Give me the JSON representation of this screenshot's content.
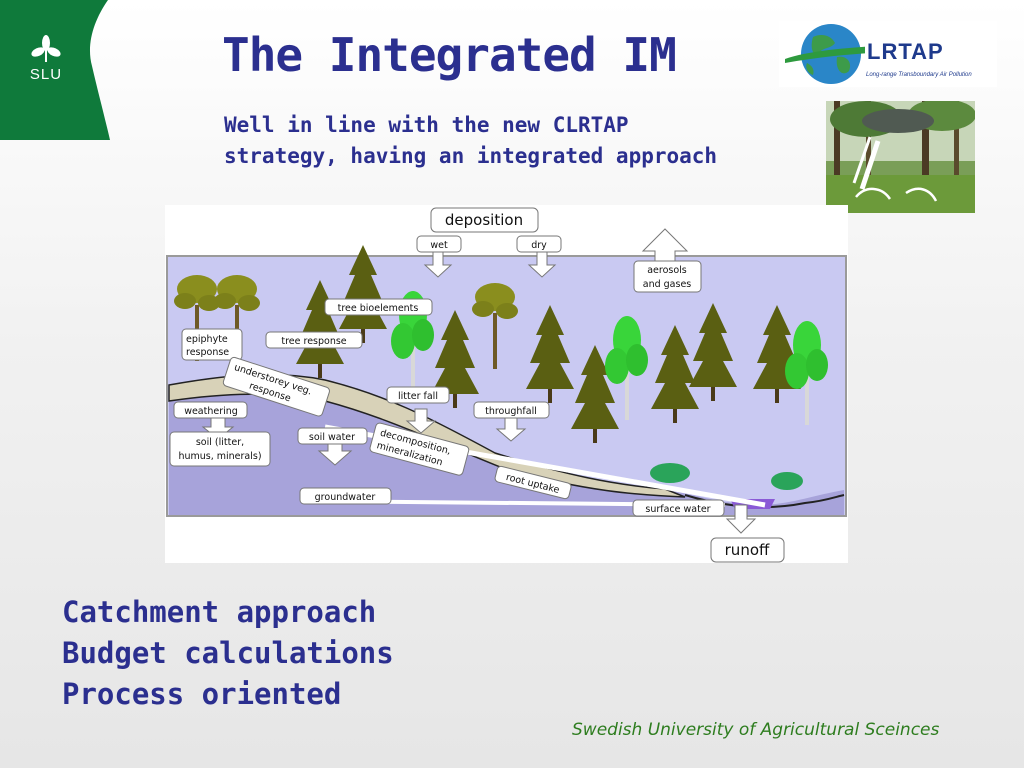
{
  "logo": {
    "text": "SLU",
    "color": "#0f7a3b"
  },
  "title": "The Integrated IM",
  "subtitle_lines": [
    "Well in line with the new CLRTAP",
    "strategy, having an integrated approach"
  ],
  "lrtap_logo": {
    "word": "LRTAP",
    "tagline": "Long-range Transboundary Air Pollution"
  },
  "diagram": {
    "labels": {
      "deposition": "deposition",
      "wet": "wet",
      "dry": "dry",
      "aerosols_1": "aerosols",
      "aerosols_2": "and gases",
      "tree_bioelements": "tree bioelements",
      "epiphyte_1": "epiphyte",
      "epiphyte_2": "response",
      "tree_response": "tree response",
      "understorey_1": "understorey veg.",
      "understorey_2": "response",
      "weathering": "weathering",
      "litter_fall": "litter fall",
      "throughfall": "throughfall",
      "soil_water": "soil water",
      "soil_1": "soil (litter,",
      "soil_2": "humus, minerals)",
      "decomposition_1": "decomposition,",
      "decomposition_2": "mineralization",
      "root_uptake": "root uptake",
      "groundwater": "groundwater",
      "surface_water": "surface water",
      "runoff": "runoff"
    }
  },
  "bullets": [
    "Catchment approach",
    "Budget calculations",
    "Process oriented"
  ],
  "footer": "Swedish University of Agricultural Sceinces",
  "colors": {
    "title": "#2b2f8f",
    "footer": "#2e7d1f",
    "sky": "#c9c9f2",
    "soil": "#a7a3da"
  }
}
